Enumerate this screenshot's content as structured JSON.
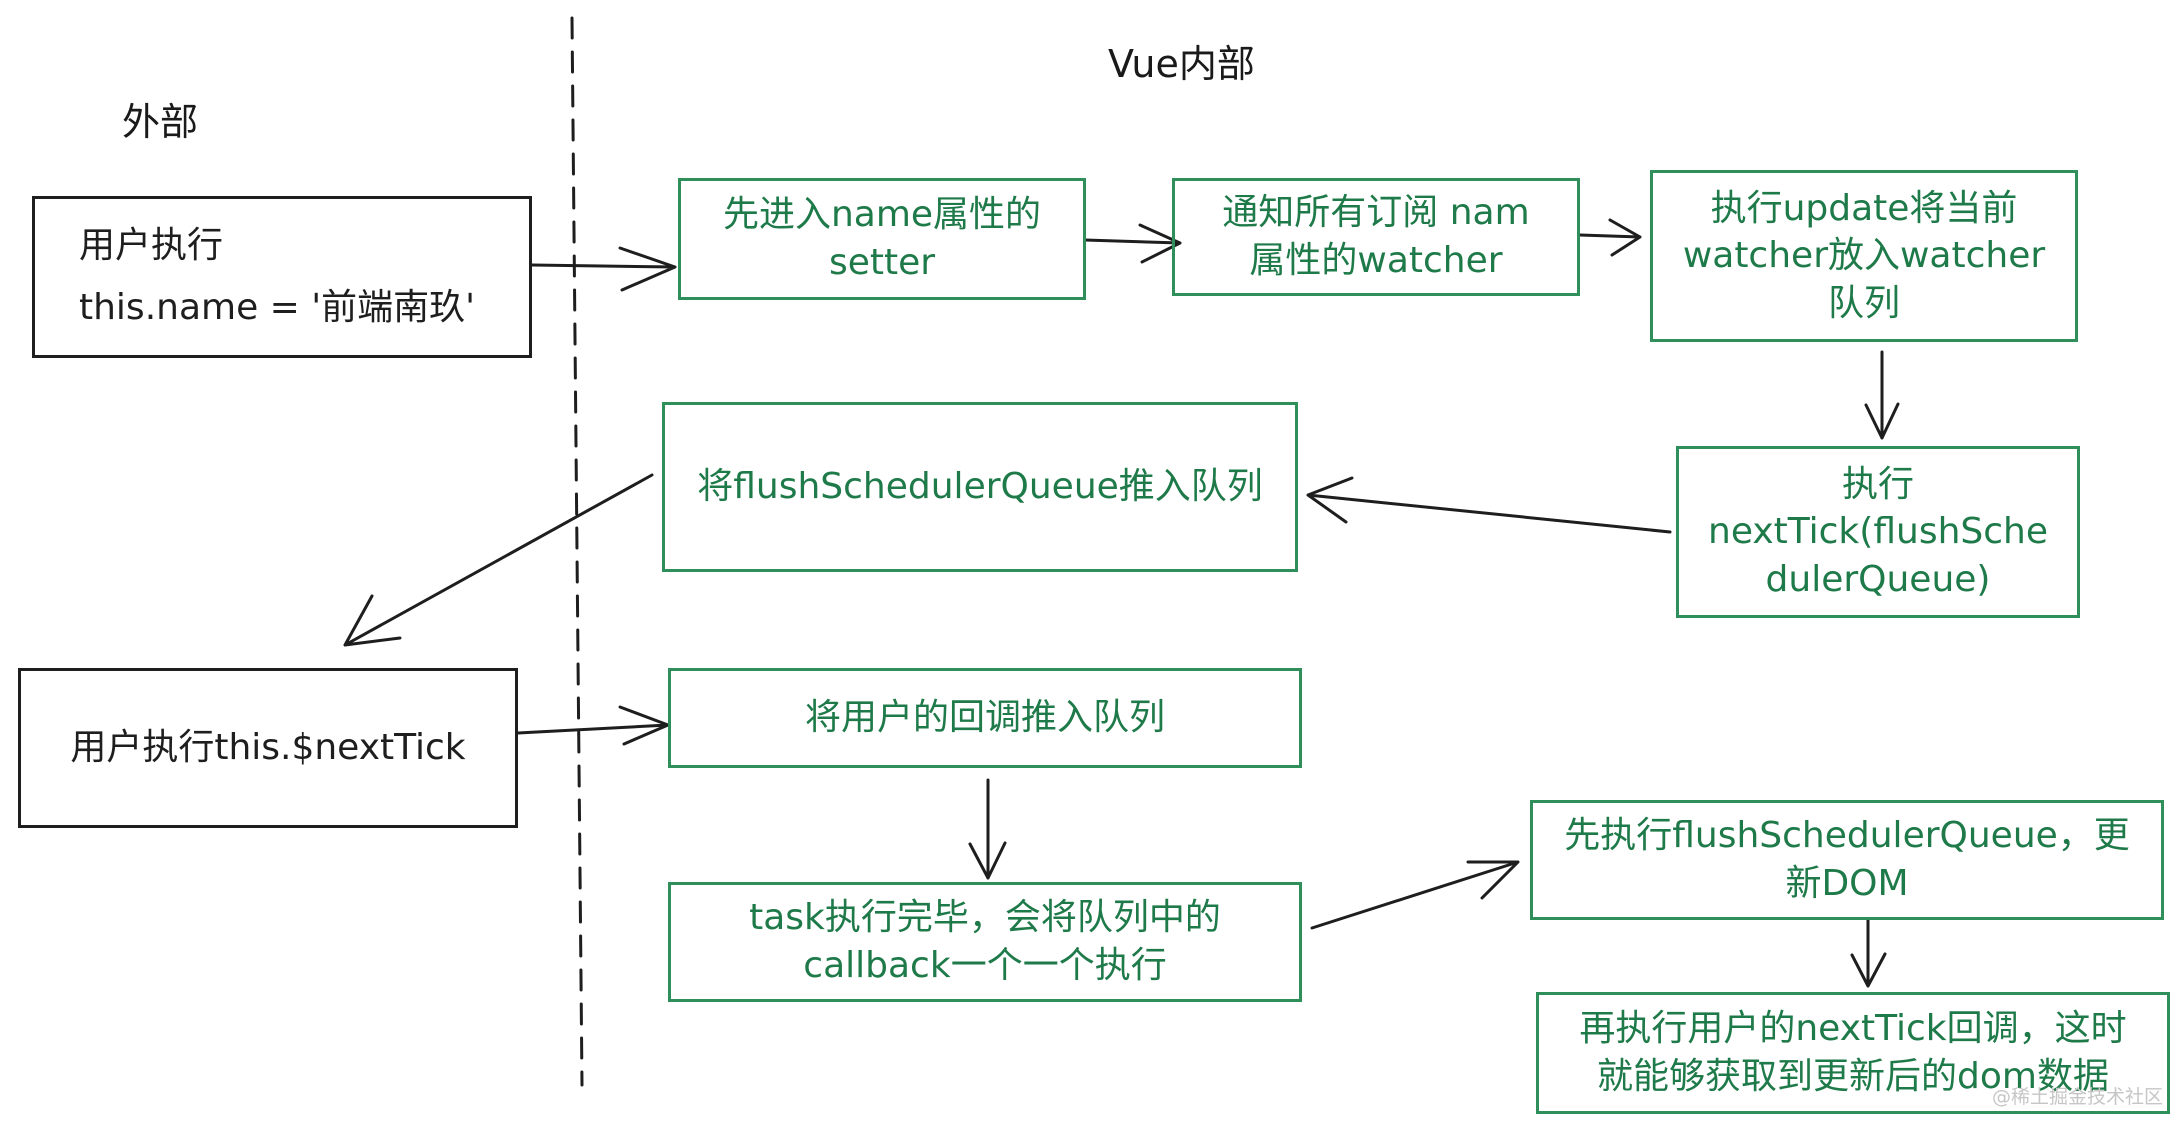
{
  "labels": {
    "external": "外部",
    "vue_internal": "Vue内部"
  },
  "boxes": {
    "user_set_name": {
      "line1": "用户执行",
      "line2": "this.name = '前端南玖'"
    },
    "setter": "先进入name属性的\nsetter",
    "notify": "通知所有订阅 nam\n属性的watcher",
    "update": "执行update将当前\nwatcher放入watcher\n队列",
    "push_flush": "将flushSchedulerQueue推入队列",
    "next_tick_flush": "执行\nnextTick(flushSche\ndulerQueue)",
    "user_next_tick": "用户执行this.$nextTick",
    "push_callback": "将用户的回调推入队列",
    "task_run": "task执行完毕，会将队列中的\ncallback一个一个执行",
    "flush_first": "先执行flushSchedulerQueue，更\n新DOM",
    "user_callback": "再执行用户的nextTick回调，这时\n就能够获取到更新后的dom数据"
  },
  "colors": {
    "green": "#2f8f5b",
    "black": "#1e1e1e"
  },
  "watermark": "@稀土掘金技术社区"
}
